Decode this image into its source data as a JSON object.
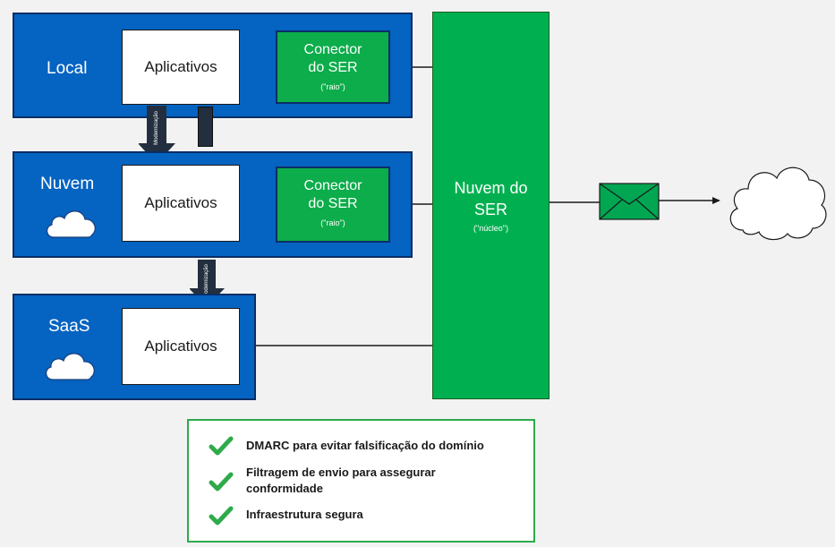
{
  "zones": {
    "local": {
      "label": "Local",
      "app_label": "Aplicativos"
    },
    "nuvem": {
      "label": "Nuvem",
      "app_label": "Aplicativos",
      "icon": "cloud-icon"
    },
    "saas": {
      "label": "SaaS",
      "app_label": "Aplicativos",
      "icon": "cloud-icon"
    }
  },
  "connectors": {
    "local": {
      "title_line1": "Conector",
      "title_line2": "do SER",
      "subtitle": "(\"raio\")"
    },
    "nuvem": {
      "title_line1": "Conector",
      "title_line2": "do SER",
      "subtitle": "(\"raio\")"
    }
  },
  "core": {
    "title_line1": "Nuvem do",
    "title_line2": "SER",
    "subtitle": "(\"núcleo\")"
  },
  "arrows": {
    "modernization_1": "Modernização",
    "modernization_2": "Modernização"
  },
  "icons": {
    "envelope": "envelope-icon",
    "destination_cloud": "cloud-icon",
    "check": "check-icon"
  },
  "features": [
    {
      "text_line1": "DMARC para evitar falsificação do domínio",
      "text_line2": ""
    },
    {
      "text_line1": "Filtragem de envio para assegurar",
      "text_line2": "conformidade"
    },
    {
      "text_line1": "Infraestrutura segura",
      "text_line2": ""
    }
  ],
  "colors": {
    "zone_blue": "#0563c1",
    "connector_green": "#0cad4a",
    "core_green": "#00b050",
    "check_green": "#2eaa4a",
    "envelope_green": "#00a651"
  }
}
